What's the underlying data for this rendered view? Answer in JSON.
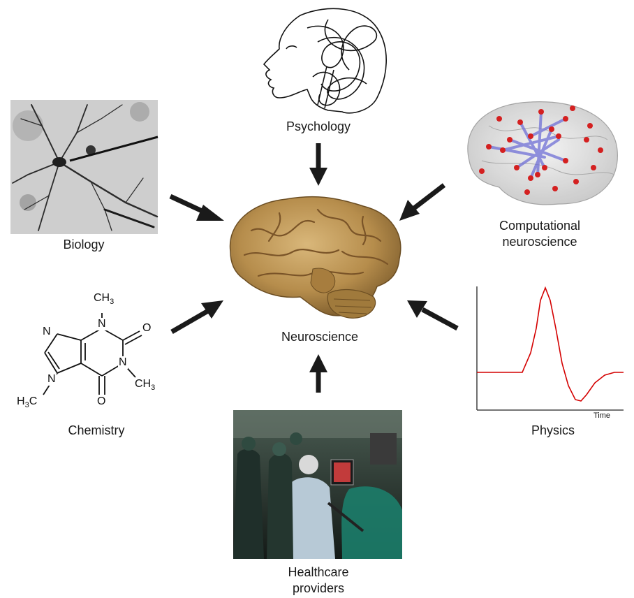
{
  "center": {
    "label": "Neuroscience"
  },
  "disciplines": {
    "psychology": {
      "label": "Psychology"
    },
    "biology": {
      "label": "Biology"
    },
    "computational": {
      "label_line1": "Computational",
      "label_line2": "neuroscience"
    },
    "chemistry": {
      "label": "Chemistry",
      "molecule": {
        "ch3_top_main": "CH",
        "ch3_top_sub": "3",
        "n_top": "N",
        "o_right": "O",
        "n_right": "N",
        "ch3_right_main": "CH",
        "ch3_right_sub": "3",
        "o_bottom": "O",
        "n_left": "N",
        "n_imid": "N",
        "h3c_main": "H",
        "h3c_sub": "3",
        "h3c_tail": "C"
      }
    },
    "physics": {
      "label": "Physics",
      "axis_label": "Time"
    },
    "healthcare": {
      "label_line1": "Healthcare",
      "label_line2": "providers"
    }
  },
  "colors": {
    "arrow": "#1a1a1a",
    "brain": "#b8914f",
    "network_node": "#d42020",
    "network_edge": "#6f6fd6",
    "spike_trace": "#d40000"
  }
}
